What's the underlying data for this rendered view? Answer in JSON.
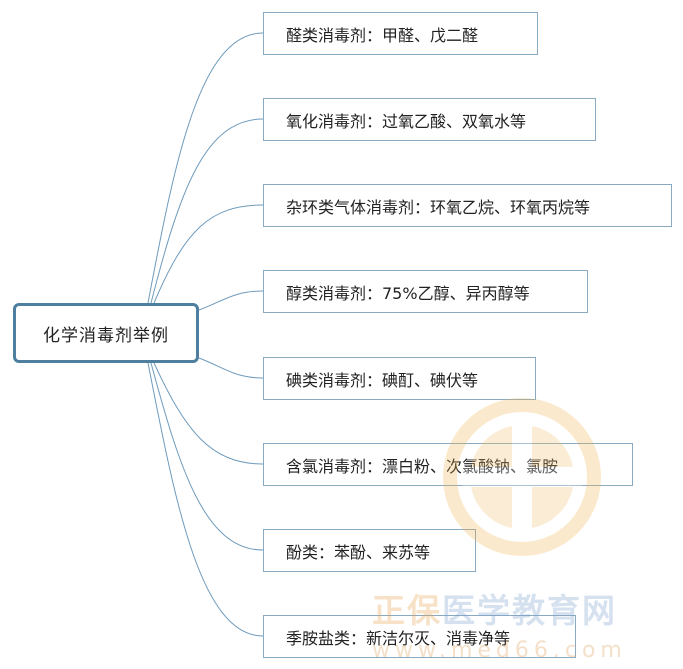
{
  "root": {
    "label": "化学消毒剂举例"
  },
  "branches": [
    {
      "label": "醛类消毒剂：甲醛、戊二醛"
    },
    {
      "label": "氧化消毒剂：过氧乙酸、双氧水等"
    },
    {
      "label": "杂环类气体消毒剂：环氧乙烷、环氧丙烷等"
    },
    {
      "label": "醇类消毒剂：75%乙醇、异丙醇等"
    },
    {
      "label": "碘类消毒剂：碘酊、碘伏等"
    },
    {
      "label": "含氯消毒剂：漂白粉、次氯酸钠、氯胺"
    },
    {
      "label": "酚类：苯酚、来苏等"
    },
    {
      "label": "季胺盐类：新洁尔灭、消毒净等"
    }
  ],
  "watermark": {
    "brand_orange": "正保",
    "brand_blue": "医学教育网",
    "url": "www.med66.com"
  },
  "colors": {
    "connector": "#6e9bbd",
    "root_border": "#4f7f9f",
    "node_border": "#8aaac2"
  }
}
